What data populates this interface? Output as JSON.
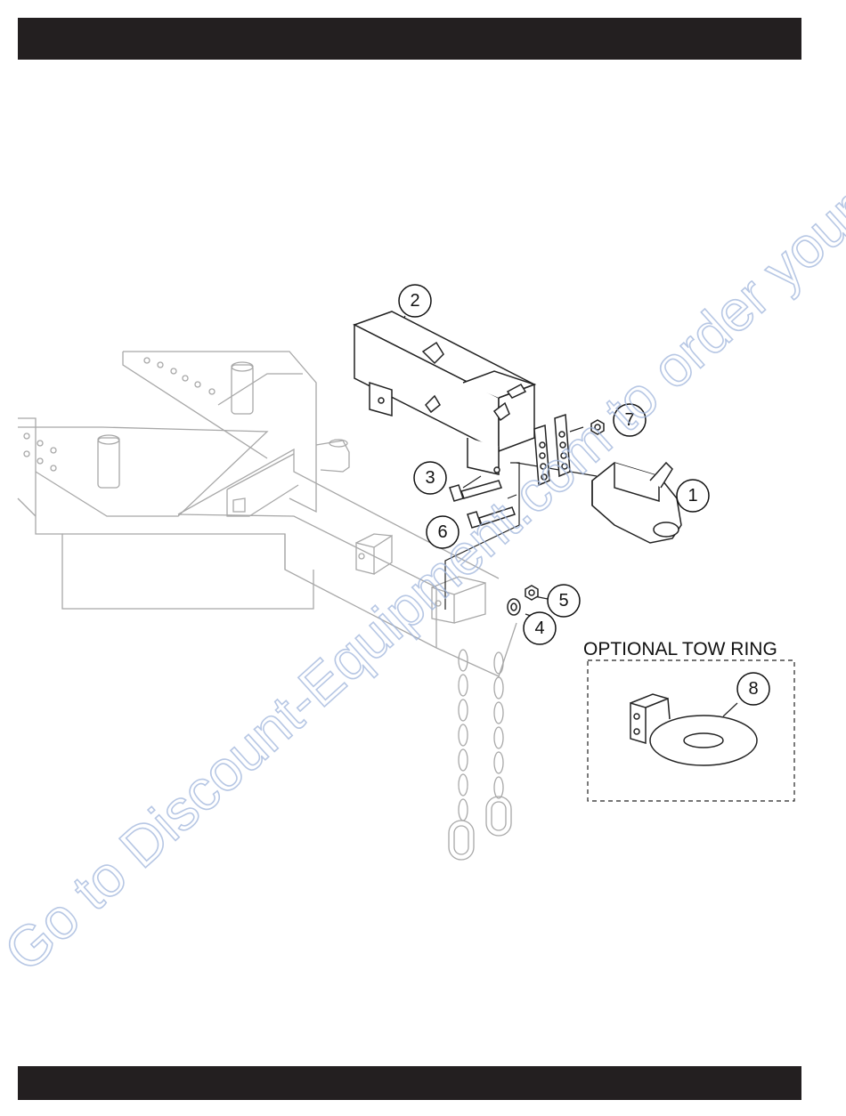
{
  "header": {
    "text": ""
  },
  "footer": {
    "text": ""
  },
  "callouts": [
    {
      "id": "c1",
      "label": "1"
    },
    {
      "id": "c2",
      "label": "2"
    },
    {
      "id": "c3",
      "label": "3"
    },
    {
      "id": "c4",
      "label": "4"
    },
    {
      "id": "c5",
      "label": "5"
    },
    {
      "id": "c6",
      "label": "6"
    },
    {
      "id": "c7",
      "label": "7"
    },
    {
      "id": "c8",
      "label": "8"
    }
  ],
  "optional_box": {
    "title": "OPTIONAL TOW RING"
  },
  "watermark": {
    "text": "Go to Discount-Equipment.com to order your parts"
  }
}
